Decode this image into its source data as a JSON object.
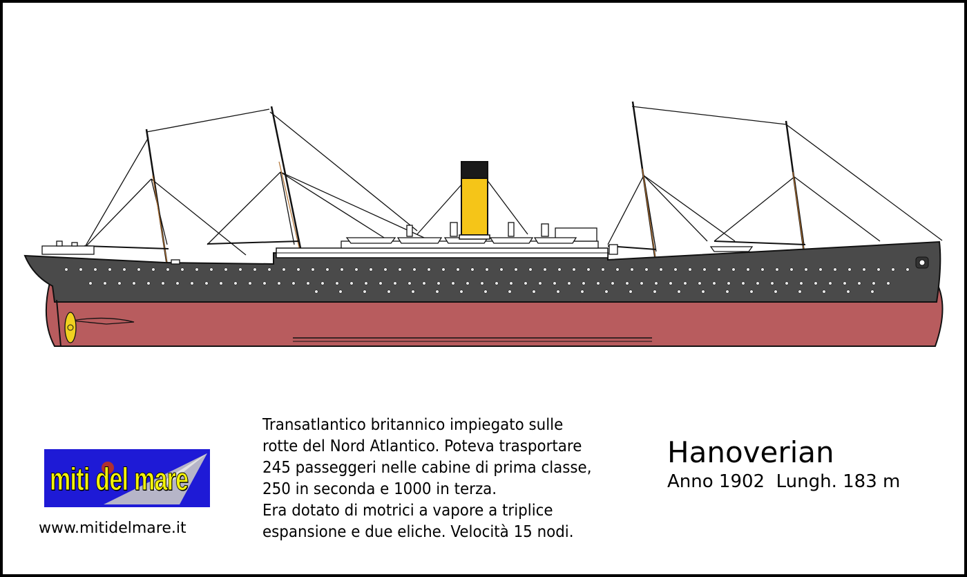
{
  "ship": {
    "name": "Hanoverian",
    "specs": "Anno 1902  Lungh. 183 m",
    "colors": {
      "hull_upper": "#4a4a4a",
      "hull_lower": "#b85c5e",
      "funnel": "#f5c518",
      "funnel_top": "#1a1a1a",
      "propeller": "#f0d020"
    }
  },
  "description": {
    "lines": [
      "Transatlantico britannico impiegato sulle",
      "rotte del Nord Atlantico. Poteva trasportare",
      "245 passeggeri nelle cabine di prima classe,",
      "250 in seconda e 1000 in terza.",
      "Era dotato di motrici a vapore a triplice",
      "espansione e due eliche. Velocità 15 nodi."
    ]
  },
  "branding": {
    "logo_text": "miti del mare",
    "website": "www.mitidelmare.it",
    "colors": {
      "logo_bg": "#1e1ad6",
      "logo_text": "#f2f20a"
    }
  }
}
